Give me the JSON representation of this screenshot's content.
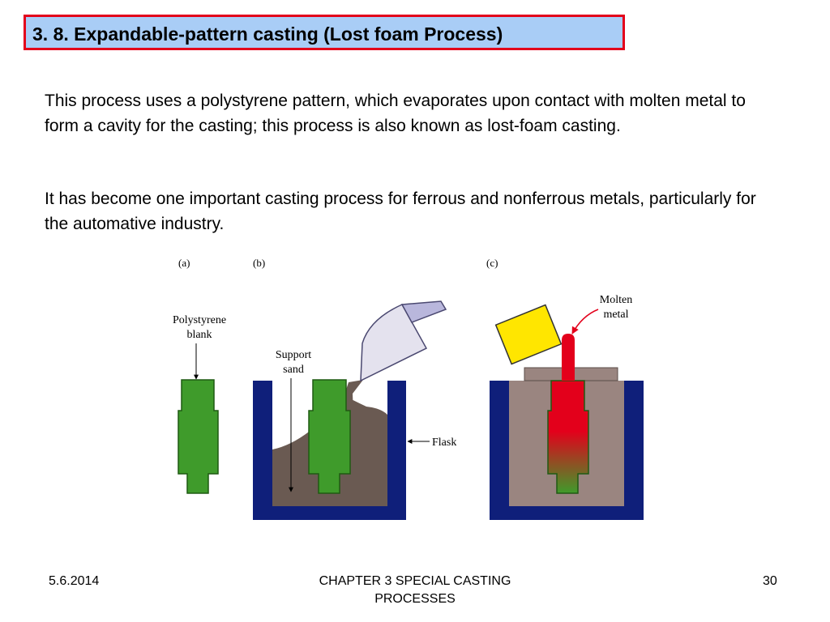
{
  "slide": {
    "title": "3. 8. Expandable-pattern casting (Lost foam Process)",
    "paragraph1": "This process uses a polystyrene pattern, which evaporates upon contact with molten metal to form a cavity for the casting; this process is also known as lost-foam casting.",
    "paragraph2": "It has become one important casting process for ferrous and nonferrous metals, particularly for the automative industry."
  },
  "figure": {
    "panel_a": "(a)",
    "panel_b": "(b)",
    "panel_c": "(c)",
    "label_polystyrene_1": "Polystyrene",
    "label_polystyrene_2": "blank",
    "label_support_1": "Support",
    "label_support_2": "sand",
    "label_flask": "Flask",
    "label_molten_1": "Molten",
    "label_molten_2": "metal",
    "colors": {
      "pattern": "#3f9b2b",
      "flask": "#0f1f7a",
      "sand": "#6a5a52",
      "packed_sand": "#9a8580",
      "sprue": "#e3001b",
      "ladle": "#ffe600"
    }
  },
  "footer": {
    "date": "5.6.2014",
    "chapter_line1": "CHAPTER 3 SPECIAL CASTING",
    "chapter_line2": "PROCESSES",
    "page": "30"
  }
}
